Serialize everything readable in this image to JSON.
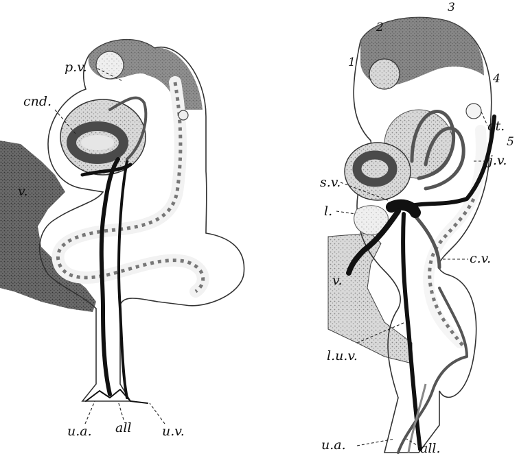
{
  "figure_left": {
    "labels": {
      "pv": "p.v.",
      "end": "cnd.",
      "v": "v.",
      "ua": "u.a.",
      "all": "all",
      "uv": "u.v."
    }
  },
  "figure_right": {
    "numbers": {
      "n1": "1",
      "n2": "2",
      "n3": "3",
      "n4": "4",
      "n5": "5"
    },
    "labels": {
      "ot": "ot.",
      "jv": "j.v.",
      "sv": "s.v.",
      "l": "l.",
      "cv": "c.v.",
      "v": "v.",
      "luv": "l.u.v.",
      "ua": "u.a.",
      "all": "all."
    }
  },
  "colors": {
    "ink": "#111111",
    "tissue_dark": "#4a4a4a",
    "tissue_mid": "#8a8a8a",
    "tissue_light": "#c9c9c9",
    "paper": "#ffffff"
  }
}
